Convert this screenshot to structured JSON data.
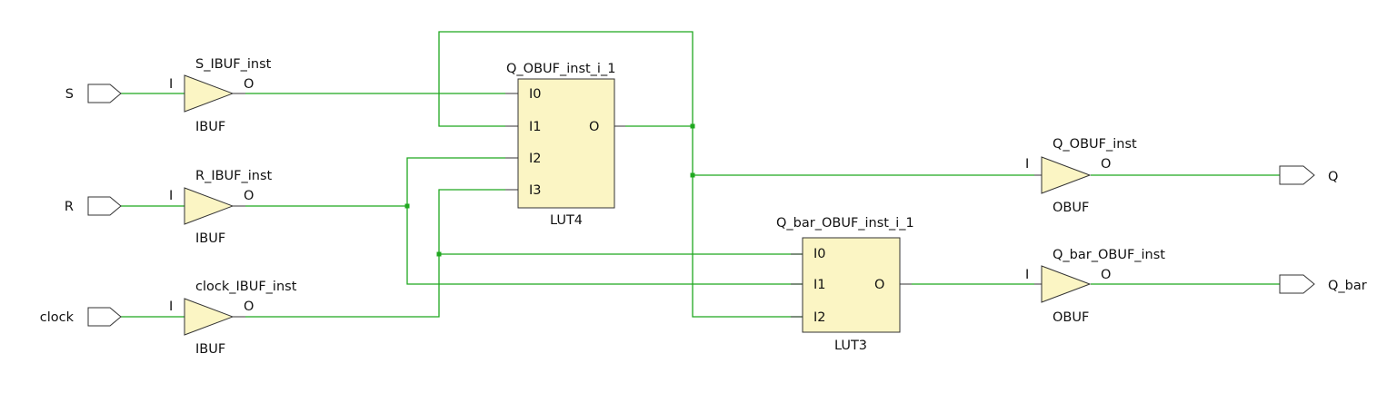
{
  "ports": {
    "s": "S",
    "r": "R",
    "clock": "clock",
    "q": "Q",
    "q_bar": "Q_bar"
  },
  "cells": {
    "s_ibuf": {
      "instance": "S_IBUF_inst",
      "type": "IBUF",
      "in_pin": "I",
      "out_pin": "O"
    },
    "r_ibuf": {
      "instance": "R_IBUF_inst",
      "type": "IBUF",
      "in_pin": "I",
      "out_pin": "O"
    },
    "clock_ibuf": {
      "instance": "clock_IBUF_inst",
      "type": "IBUF",
      "in_pin": "I",
      "out_pin": "O"
    },
    "q_obuf": {
      "instance": "Q_OBUF_inst",
      "type": "OBUF",
      "in_pin": "I",
      "out_pin": "O"
    },
    "qbar_obuf": {
      "instance": "Q_bar_OBUF_inst",
      "type": "OBUF",
      "in_pin": "I",
      "out_pin": "O"
    },
    "lut4": {
      "instance": "Q_OBUF_inst_i_1",
      "type": "LUT4",
      "inputs": [
        "I0",
        "I1",
        "I2",
        "I3"
      ],
      "output": "O"
    },
    "lut3": {
      "instance": "Q_bar_OBUF_inst_i_1",
      "type": "LUT3",
      "inputs": [
        "I0",
        "I1",
        "I2"
      ],
      "output": "O"
    }
  },
  "colors": {
    "wire": "#1fa81f",
    "cell_fill": "#fbf5c4",
    "outline": "#333333"
  }
}
